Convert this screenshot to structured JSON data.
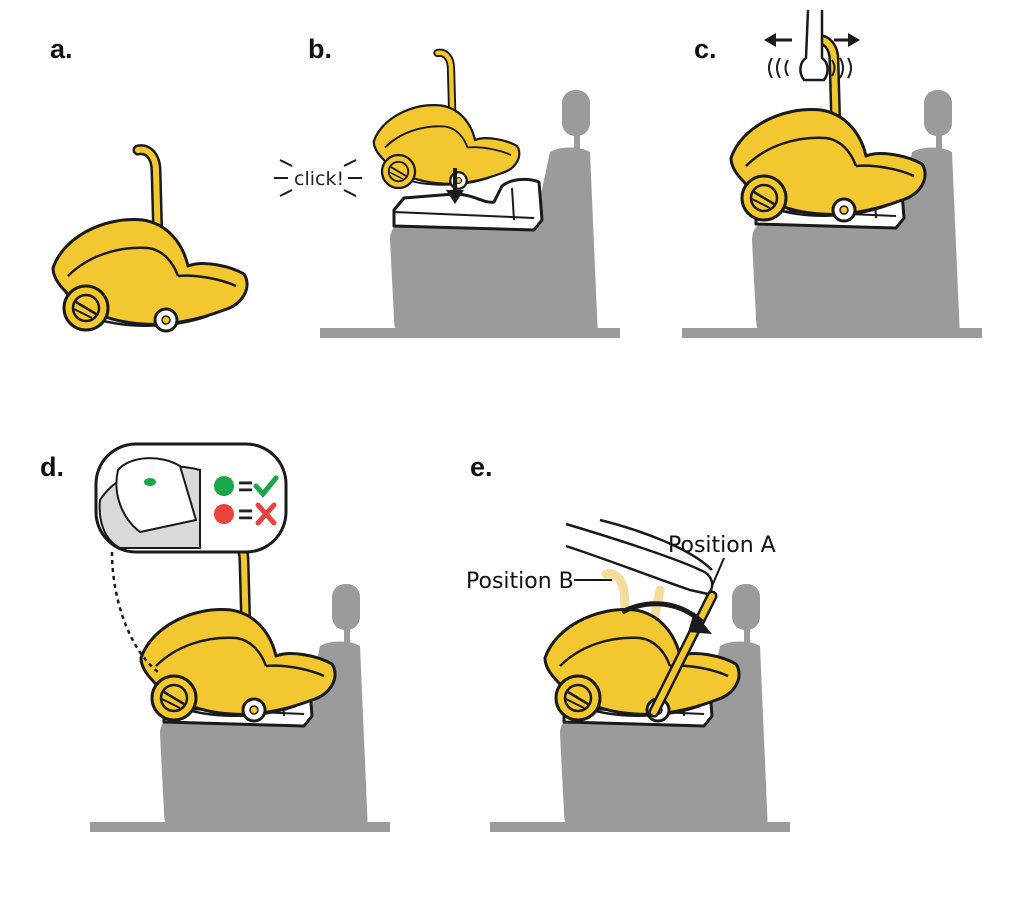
{
  "steps": [
    {
      "label": "a."
    },
    {
      "label": "b.",
      "callout": "click!"
    },
    {
      "label": "c."
    },
    {
      "label": "d.",
      "indicator": {
        "ok_symbol": "=",
        "bad_symbol": "="
      }
    },
    {
      "label": "e.",
      "position_a": "Position A",
      "position_b": "Position B"
    }
  ],
  "colors": {
    "seat_yellow": "#f3c72f",
    "seat_yellow_faded": "#f6dc9a",
    "outline": "#1a1a1a",
    "vehicle_seat_gray": "#9b9b9b",
    "indicator_green": "#1aa64a",
    "indicator_red": "#e8423f",
    "check_green": "#1aa64a",
    "cross_red": "#e8423f"
  },
  "icons": [
    "infant-car-seat-icon",
    "car-seat-base-icon",
    "vehicle-seat-icon",
    "hand-icon",
    "check-icon",
    "cross-icon",
    "arrow-down-icon",
    "curved-arrow-icon"
  ]
}
